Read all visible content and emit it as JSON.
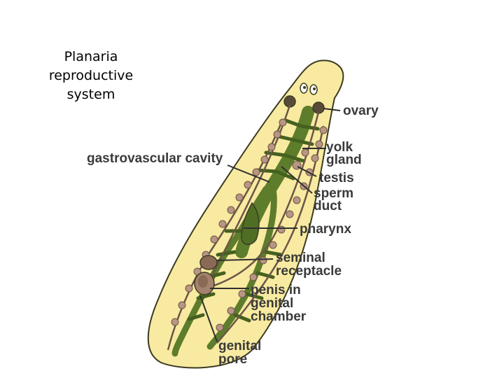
{
  "slide": {
    "title": "Planaria reproductive system"
  },
  "diagram": {
    "labels": {
      "ovary": "ovary",
      "yolk_gland_1": "yolk",
      "yolk_gland_2": "gland",
      "gastrovascular_cavity": "gastrovascular cavity",
      "testis": "testis",
      "sperm_duct_1": "sperm",
      "sperm_duct_2": "duct",
      "pharynx": "pharynx",
      "seminal_receptacle_1": "seminal",
      "seminal_receptacle_2": "receptacle",
      "penis_1": "penis in",
      "penis_2": "genital",
      "penis_3": "chamber",
      "genital_pore_1": "genital",
      "genital_pore_2": "pore"
    },
    "colors": {
      "body_fill": "#f8eaa0",
      "body_outline": "#3b3b22",
      "gut": "#5d7d2c",
      "gut_dark": "#45611f",
      "organ": "#8a6a55",
      "organ_light": "#b89683",
      "duct": "#6b5547",
      "label": "#3a3a3a"
    }
  }
}
